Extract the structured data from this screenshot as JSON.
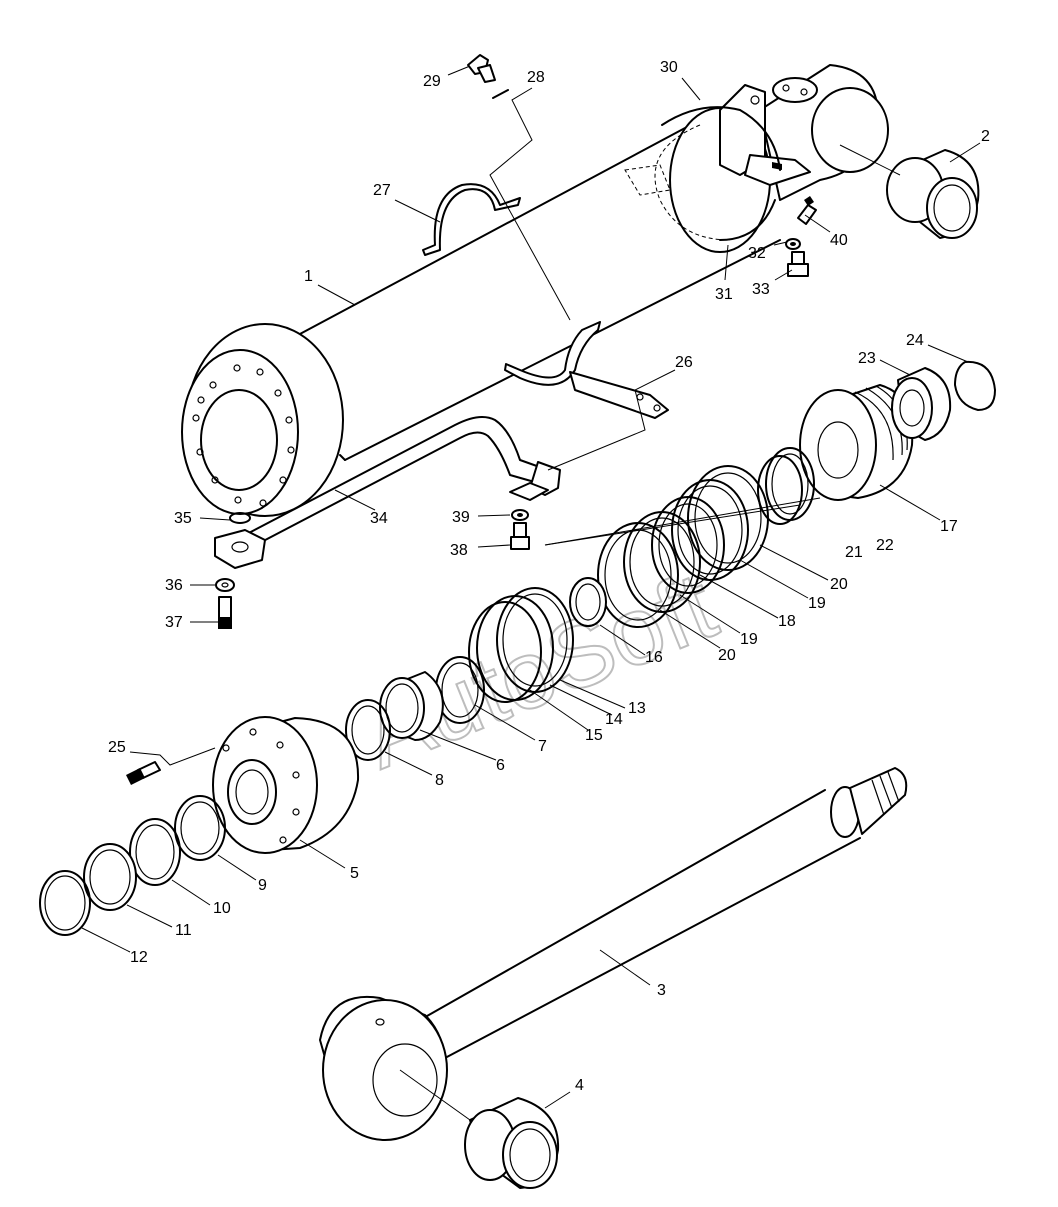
{
  "watermark": "AutoSoft",
  "callouts": {
    "c1": "1",
    "c2": "2",
    "c3": "3",
    "c4": "4",
    "c5": "5",
    "c6": "6",
    "c7": "7",
    "c8": "8",
    "c9": "9",
    "c10": "10",
    "c11": "11",
    "c12": "12",
    "c13": "13",
    "c14": "14",
    "c15": "15",
    "c16": "16",
    "c17": "17",
    "c18": "18",
    "c19a": "19",
    "c19b": "19",
    "c20a": "20",
    "c20b": "20",
    "c21": "21",
    "c22": "22",
    "c23": "23",
    "c24": "24",
    "c25": "25",
    "c26": "26",
    "c27": "27",
    "c28": "28",
    "c29": "29",
    "c30": "30",
    "c31": "31",
    "c32": "32",
    "c33": "33",
    "c34": "34",
    "c35": "35",
    "c36": "36",
    "c37": "37",
    "c38": "38",
    "c39": "39",
    "c40": "40"
  }
}
